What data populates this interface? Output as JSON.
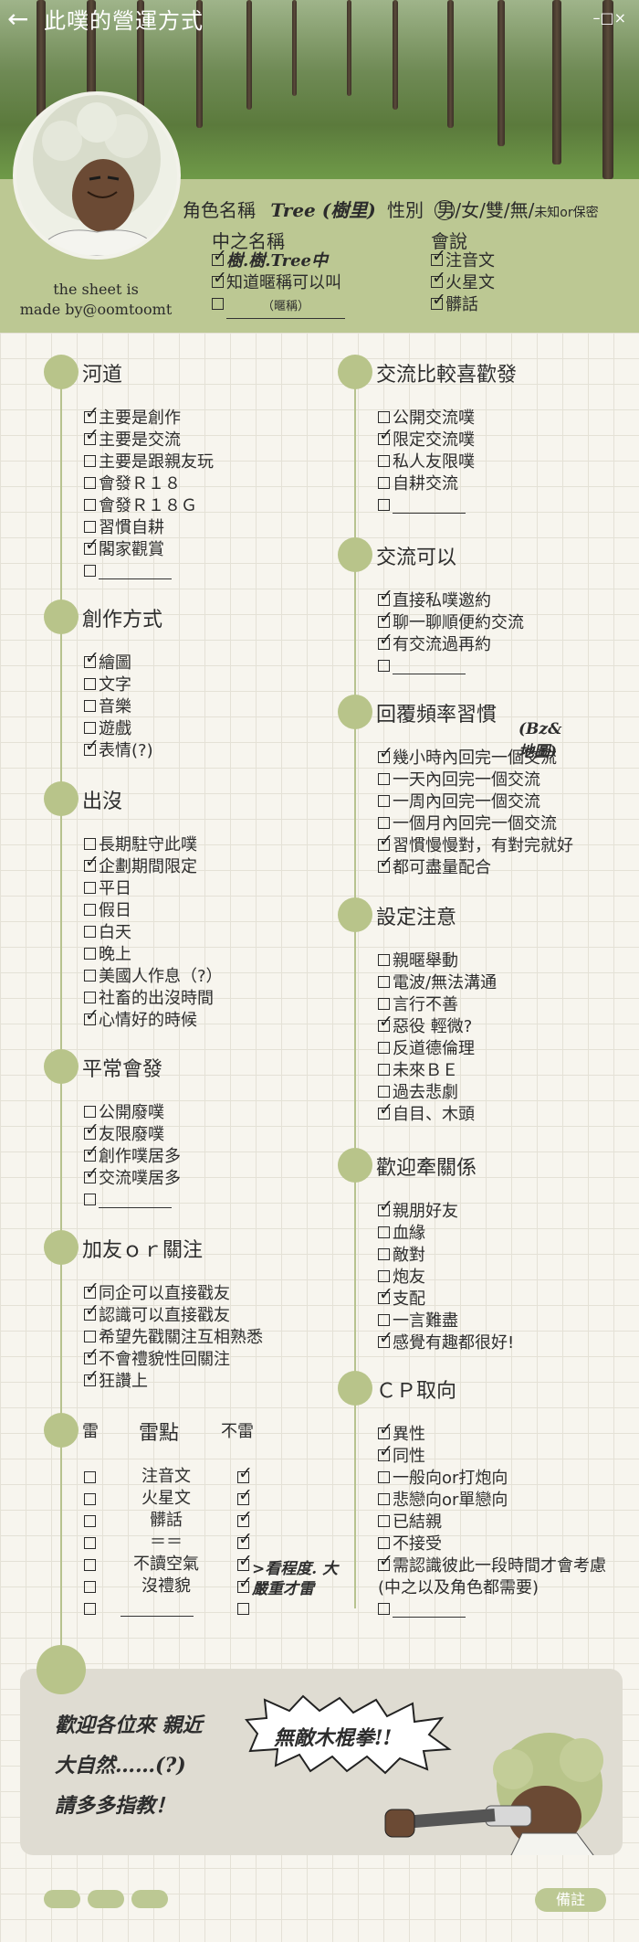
{
  "window": {
    "title": "此噗的營運方式",
    "controls": "–□×"
  },
  "credit": {
    "line1": "the sheet is",
    "line2": "made by@oomtoomt"
  },
  "profile": {
    "name_label": "角色名稱",
    "name_value": "Tree (樹里)",
    "gender_label": "性別",
    "gender_options": "男/女/雙/無/",
    "gender_extra": "未知or保密",
    "zh_name_label": "中之名稱",
    "zh_name_items": [
      {
        "text": "樹.樹.Tree中",
        "checked": true
      },
      {
        "text": "知道暱稱可以叫",
        "checked": true
      },
      {
        "text": "（暱稱）",
        "checked": false
      }
    ],
    "speaks_label": "會說",
    "speaks_items": [
      {
        "text": "注音文",
        "checked": true
      },
      {
        "text": "火星文",
        "checked": true
      },
      {
        "text": "髒話",
        "checked": true
      }
    ]
  },
  "sections": {
    "river": {
      "title": "河道",
      "items": [
        {
          "text": "主要是創作",
          "checked": true
        },
        {
          "text": "主要是交流",
          "checked": true
        },
        {
          "text": "主要是跟親友玩",
          "checked": false
        },
        {
          "text": "會發Ｒ１８",
          "checked": false
        },
        {
          "text": "會發Ｒ１８Ｇ",
          "checked": false
        },
        {
          "text": "習慣自耕",
          "checked": false
        },
        {
          "text": "閣家觀賞",
          "checked": true
        },
        {
          "text": "",
          "checked": false
        }
      ]
    },
    "create": {
      "title": "創作方式",
      "items": [
        {
          "text": "繪圖",
          "checked": true
        },
        {
          "text": "文字",
          "checked": false
        },
        {
          "text": "音樂",
          "checked": false
        },
        {
          "text": "遊戲",
          "checked": false
        },
        {
          "text": "表情(?)",
          "checked": true
        }
      ]
    },
    "appear": {
      "title": "出沒",
      "items": [
        {
          "text": "長期駐守此噗",
          "checked": false
        },
        {
          "text": "企劃期間限定",
          "checked": true
        },
        {
          "text": "平日",
          "checked": false
        },
        {
          "text": "假日",
          "checked": false
        },
        {
          "text": "白天",
          "checked": false
        },
        {
          "text": "晚上",
          "checked": false
        },
        {
          "text": "美國人作息（?）",
          "checked": false
        },
        {
          "text": "社畜的出沒時間",
          "checked": false
        },
        {
          "text": "心情好的時候",
          "checked": true
        }
      ]
    },
    "usual": {
      "title": "平常會發",
      "items": [
        {
          "text": "公開廢噗",
          "checked": false
        },
        {
          "text": "友限廢噗",
          "checked": true
        },
        {
          "text": "創作噗居多",
          "checked": true
        },
        {
          "text": "交流噗居多",
          "checked": true
        },
        {
          "text": "",
          "checked": false
        }
      ]
    },
    "follow": {
      "title": "加友ｏｒ關注",
      "items": [
        {
          "text": "同企可以直接戳友",
          "checked": true
        },
        {
          "text": "認識可以直接戳友",
          "checked": true
        },
        {
          "text": "希望先戳關注互相熟悉",
          "checked": false
        },
        {
          "text": "不會禮貌性回關注",
          "checked": true
        },
        {
          "text": "狂讚上",
          "checked": true
        }
      ]
    },
    "mines": {
      "left_label": "雷",
      "title": "雷點",
      "right_label": "不雷",
      "rows": [
        {
          "text": "注音文",
          "mine": false,
          "ok": true
        },
        {
          "text": "火星文",
          "mine": false,
          "ok": true
        },
        {
          "text": "髒話",
          "mine": false,
          "ok": true
        },
        {
          "text": "＝＝",
          "mine": false,
          "ok": true
        },
        {
          "text": "不讀空氣",
          "mine": false,
          "ok": true
        },
        {
          "text": "沒禮貌",
          "mine": false,
          "ok": true
        },
        {
          "text": "",
          "mine": false,
          "ok": false
        }
      ],
      "note": ">看程度. 大嚴重才雷"
    },
    "prefer": {
      "title": "交流比較喜歡發",
      "items": [
        {
          "text": "公開交流噗",
          "checked": false
        },
        {
          "text": "限定交流噗",
          "checked": true
        },
        {
          "text": "私人友限噗",
          "checked": false
        },
        {
          "text": "自耕交流",
          "checked": false
        },
        {
          "text": "",
          "checked": false
        }
      ]
    },
    "can": {
      "title": "交流可以",
      "items": [
        {
          "text": "直接私噗邀約",
          "checked": true
        },
        {
          "text": "聊一聊順便約交流",
          "checked": true
        },
        {
          "text": "有交流過再約",
          "checked": true
        },
        {
          "text": "",
          "checked": false
        }
      ]
    },
    "reply": {
      "title": "回覆頻率習慣",
      "note": "(Bz&地圖)",
      "items": [
        {
          "text": "幾小時內回完一個交流",
          "checked": true
        },
        {
          "text": "一天內回完一個交流",
          "checked": false
        },
        {
          "text": "一周內回完一個交流",
          "checked": false
        },
        {
          "text": "一個月內回完一個交流",
          "checked": false
        },
        {
          "text": "習慣慢慢對，有對完就好",
          "checked": true
        },
        {
          "text": "都可盡量配合",
          "checked": true
        }
      ]
    },
    "setting": {
      "title": "設定注意",
      "items": [
        {
          "text": "親暱舉動",
          "checked": false
        },
        {
          "text": "電波/無法溝通",
          "checked": false
        },
        {
          "text": "言行不善",
          "checked": false
        },
        {
          "text": "惡役 輕微?",
          "checked": true
        },
        {
          "text": "反道德倫理",
          "checked": false
        },
        {
          "text": "未來ＢＥ",
          "checked": false
        },
        {
          "text": "過去悲劇",
          "checked": false
        },
        {
          "text": "自目、木頭",
          "checked": true
        }
      ]
    },
    "relation": {
      "title": "歡迎牽關係",
      "items": [
        {
          "text": "親朋好友",
          "checked": true
        },
        {
          "text": "血緣",
          "checked": false
        },
        {
          "text": "敵對",
          "checked": false
        },
        {
          "text": "炮友",
          "checked": false
        },
        {
          "text": "支配",
          "checked": true
        },
        {
          "text": "一言難盡",
          "checked": false
        },
        {
          "text": "感覺有趣都很好!",
          "checked": true
        }
      ]
    },
    "cp": {
      "title": "ＣＰ取向",
      "items": [
        {
          "text": "異性",
          "checked": true
        },
        {
          "text": "同性",
          "checked": true
        },
        {
          "text": "一般向or打炮向",
          "checked": false
        },
        {
          "text": "悲戀向or單戀向",
          "checked": false
        },
        {
          "text": "已結親",
          "checked": false
        },
        {
          "text": "不接受",
          "checked": false
        },
        {
          "text": "需認識彼此一段時間才會考慮",
          "checked": true
        },
        {
          "text": "(中之以及角色都需要)",
          "checked": null
        },
        {
          "text": "",
          "checked": false
        }
      ]
    }
  },
  "footer": {
    "welcome": "歡迎各位來 親近大自然……(?) 請多多指教！",
    "shout": "無敵木棍拳!!",
    "note_button": "備註"
  },
  "colors": {
    "accent": "#bcc893",
    "line": "#b7c28f",
    "paper": "#f7f5ee"
  }
}
